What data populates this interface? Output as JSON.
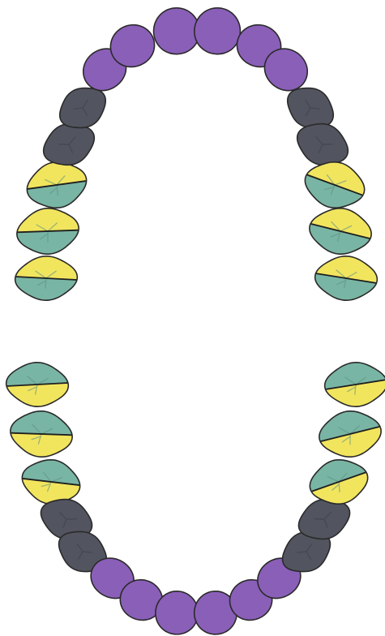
{
  "colors": {
    "background": "#ffffff",
    "incisor_canine": "#8a5fb8",
    "premolar": "#52555f",
    "molar_top": "#f2e55e",
    "molar_bottom": "#79b5a4",
    "outline": "#2a2a2a"
  },
  "dental_chart": {
    "upper_arch": [
      {
        "tooth": "upper-left-molar-3",
        "type": "molar",
        "split": "yellow-over-teal"
      },
      {
        "tooth": "upper-left-molar-2",
        "type": "molar",
        "split": "yellow-over-teal"
      },
      {
        "tooth": "upper-left-molar-1",
        "type": "molar",
        "split": "yellow-over-teal"
      },
      {
        "tooth": "upper-left-premolar-2",
        "type": "premolar"
      },
      {
        "tooth": "upper-left-premolar-1",
        "type": "premolar"
      },
      {
        "tooth": "upper-left-canine",
        "type": "canine"
      },
      {
        "tooth": "upper-left-lateral-incisor",
        "type": "incisor"
      },
      {
        "tooth": "upper-left-central-incisor",
        "type": "incisor"
      },
      {
        "tooth": "upper-right-central-incisor",
        "type": "incisor"
      },
      {
        "tooth": "upper-right-lateral-incisor",
        "type": "incisor"
      },
      {
        "tooth": "upper-right-canine",
        "type": "canine"
      },
      {
        "tooth": "upper-right-premolar-1",
        "type": "premolar"
      },
      {
        "tooth": "upper-right-premolar-2",
        "type": "premolar"
      },
      {
        "tooth": "upper-right-molar-1",
        "type": "molar",
        "split": "yellow-over-teal"
      },
      {
        "tooth": "upper-right-molar-2",
        "type": "molar",
        "split": "yellow-over-teal"
      },
      {
        "tooth": "upper-right-molar-3",
        "type": "molar",
        "split": "yellow-over-teal"
      }
    ],
    "lower_arch": [
      {
        "tooth": "lower-left-molar-3",
        "type": "molar",
        "split": "teal-over-yellow"
      },
      {
        "tooth": "lower-left-molar-2",
        "type": "molar",
        "split": "teal-over-yellow"
      },
      {
        "tooth": "lower-left-molar-1",
        "type": "molar",
        "split": "teal-over-yellow"
      },
      {
        "tooth": "lower-left-premolar-2",
        "type": "premolar"
      },
      {
        "tooth": "lower-left-premolar-1",
        "type": "premolar"
      },
      {
        "tooth": "lower-left-canine",
        "type": "canine"
      },
      {
        "tooth": "lower-left-lateral-incisor",
        "type": "incisor"
      },
      {
        "tooth": "lower-left-central-incisor",
        "type": "incisor"
      },
      {
        "tooth": "lower-right-central-incisor",
        "type": "incisor"
      },
      {
        "tooth": "lower-right-lateral-incisor",
        "type": "incisor"
      },
      {
        "tooth": "lower-right-canine",
        "type": "canine"
      },
      {
        "tooth": "lower-right-premolar-1",
        "type": "premolar"
      },
      {
        "tooth": "lower-right-premolar-2",
        "type": "premolar"
      },
      {
        "tooth": "lower-right-molar-1",
        "type": "molar",
        "split": "teal-over-yellow"
      },
      {
        "tooth": "lower-right-molar-2",
        "type": "molar",
        "split": "teal-over-yellow"
      },
      {
        "tooth": "lower-right-molar-3",
        "type": "molar",
        "split": "teal-over-yellow"
      }
    ]
  }
}
